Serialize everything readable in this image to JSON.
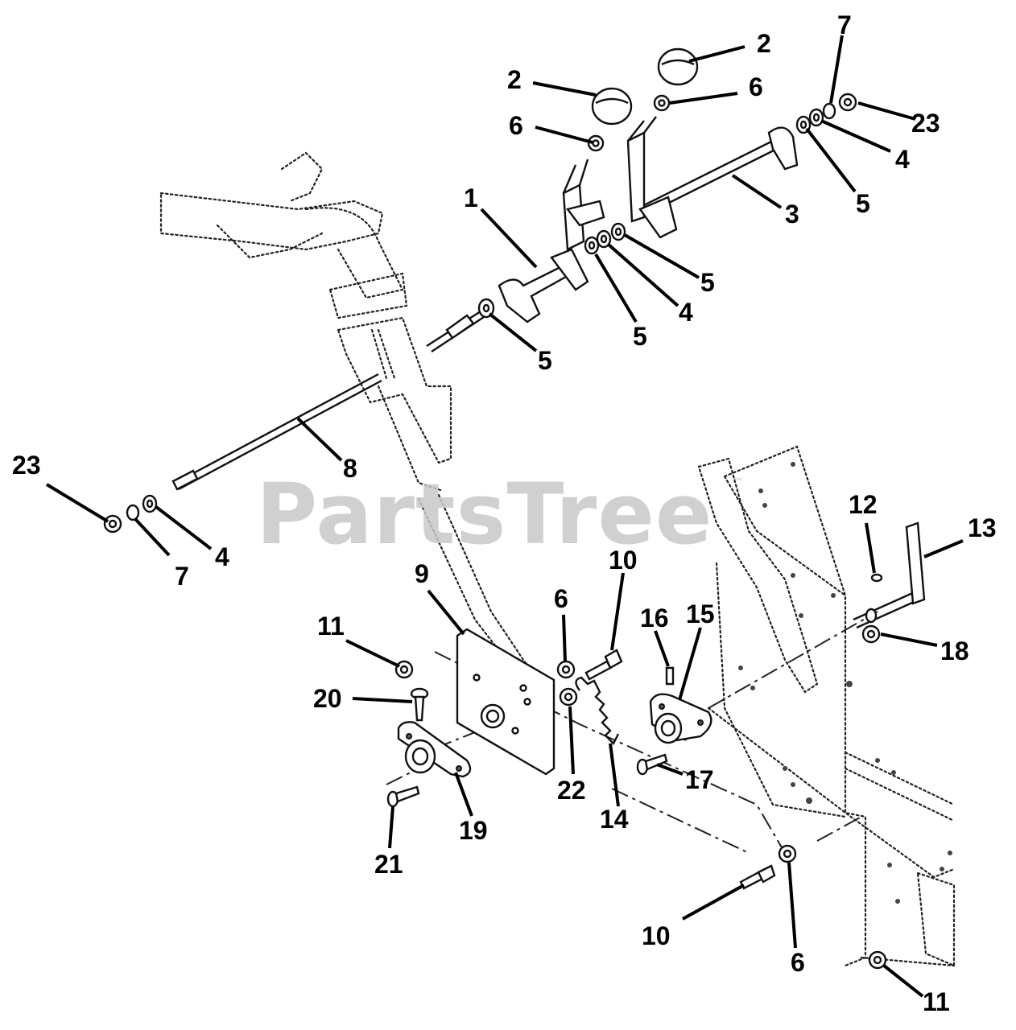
{
  "watermark": {
    "text": "PartsTree",
    "tm": "™",
    "color": "#c8c8c8"
  },
  "callouts": [
    {
      "id": "c-2a",
      "text": "2"
    },
    {
      "id": "c-2b",
      "text": "2"
    },
    {
      "id": "c-6a",
      "text": "6"
    },
    {
      "id": "c-6b",
      "text": "6"
    },
    {
      "id": "c-7a",
      "text": "7"
    },
    {
      "id": "c-23a",
      "text": "23"
    },
    {
      "id": "c-4a",
      "text": "4"
    },
    {
      "id": "c-5a",
      "text": "5"
    },
    {
      "id": "c-3",
      "text": "3"
    },
    {
      "id": "c-1",
      "text": "1"
    },
    {
      "id": "c-5b",
      "text": "5"
    },
    {
      "id": "c-4b",
      "text": "4"
    },
    {
      "id": "c-5c",
      "text": "5"
    },
    {
      "id": "c-5d",
      "text": "5"
    },
    {
      "id": "c-8",
      "text": "8"
    },
    {
      "id": "c-23b",
      "text": "23"
    },
    {
      "id": "c-7b",
      "text": "7"
    },
    {
      "id": "c-4c",
      "text": "4"
    },
    {
      "id": "c-12",
      "text": "12"
    },
    {
      "id": "c-13",
      "text": "13"
    },
    {
      "id": "c-10a",
      "text": "10"
    },
    {
      "id": "c-9",
      "text": "9"
    },
    {
      "id": "c-6c",
      "text": "6"
    },
    {
      "id": "c-16",
      "text": "16"
    },
    {
      "id": "c-15",
      "text": "15"
    },
    {
      "id": "c-11a",
      "text": "11"
    },
    {
      "id": "c-18",
      "text": "18"
    },
    {
      "id": "c-20",
      "text": "20"
    },
    {
      "id": "c-22",
      "text": "22"
    },
    {
      "id": "c-14",
      "text": "14"
    },
    {
      "id": "c-17",
      "text": "17"
    },
    {
      "id": "c-19",
      "text": "19"
    },
    {
      "id": "c-21",
      "text": "21"
    },
    {
      "id": "c-10b",
      "text": "10"
    },
    {
      "id": "c-6d",
      "text": "6"
    },
    {
      "id": "c-11b",
      "text": "11"
    }
  ]
}
